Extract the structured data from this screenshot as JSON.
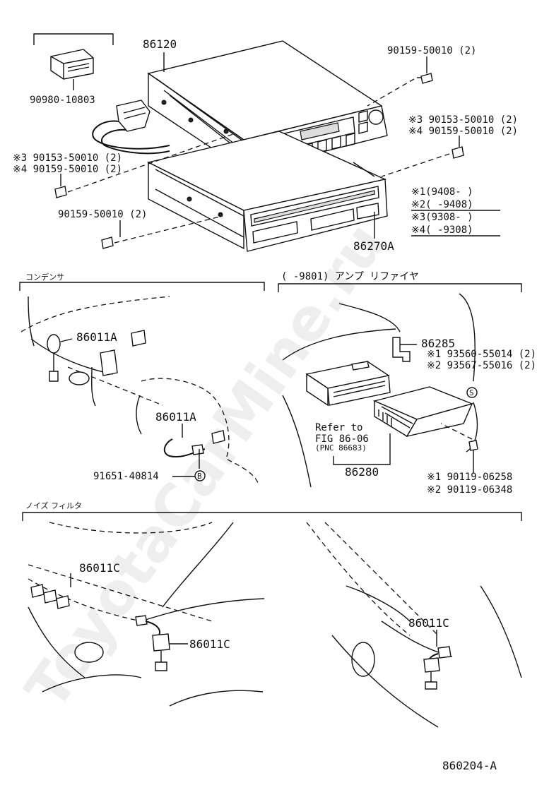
{
  "watermark": "ToyotaCarMine.ru",
  "top": {
    "radio_part": "86120",
    "connector_part": "90980-10803",
    "screw_top_right": "90159-50010 (2)",
    "screw_note3_right": "※3 90153-50010 (2)",
    "screw_note4_right": "※4 90159-50010 (2)",
    "screw_note3_left": "※3 90153-50010 (2)",
    "screw_note4_left": "※4 90159-50010 (2)",
    "screw_bottom_left": "90159-50010 (2)",
    "cassette_part": "86270A",
    "legend": [
      "※1(9408-      )",
      "※2(      -9408)",
      "※3(9308-      )",
      "※4(      -9308)"
    ]
  },
  "condenser": {
    "title": "コンデンサ",
    "part_a": "86011A",
    "part_b": "86011A",
    "clip_part": "91651-40814",
    "clip_marker": "B"
  },
  "amplifier": {
    "title": "(      -9801) アンプ  リファイヤ",
    "bracket_part": "86285",
    "bolt_note1": "※1 93560-55014 (2)",
    "bolt_note2": "※2 93567-55016 (2)",
    "marker": "S",
    "refer_line1": "Refer to",
    "refer_line2": "FIG 86-06",
    "refer_line3": "(PNC 86683)",
    "amp_part": "86280",
    "screw_note1": "※1 90119-06258",
    "screw_note2": "※2 90119-06348"
  },
  "noise_filter": {
    "title": "ノイズ  フィルタ",
    "part_a": "86011C",
    "part_b": "86011C",
    "part_c": "86011C"
  },
  "figure_number": "860204-A"
}
